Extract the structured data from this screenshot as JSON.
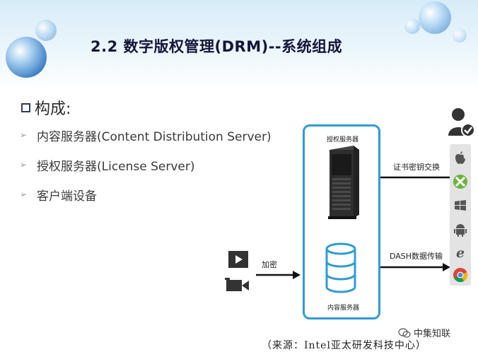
{
  "slide": {
    "title": "2.2 数字版权管理(DRM)--系统组成",
    "section_heading": "构成:",
    "bullets": [
      "内容服务器(Content Distribution Server)",
      "授权服务器(License Server)",
      "客户端设备"
    ]
  },
  "diagram": {
    "license_server_label": "授权服务器",
    "content_server_label": "内容服务器",
    "encrypt_label": "加密",
    "key_exchange_label": "证书密钥交换",
    "dash_label": "DASH数据传输",
    "client_icons": [
      "apple-icon",
      "xbox-icon",
      "windows-icon",
      "android-icon",
      "ie-icon",
      "chrome-icon"
    ]
  },
  "footer": {
    "source": "（来源：Intel亚太研发科技中心）",
    "watermark": "中集知联"
  },
  "colors": {
    "box_border": "#2f9bd6",
    "title": "#15153a"
  }
}
